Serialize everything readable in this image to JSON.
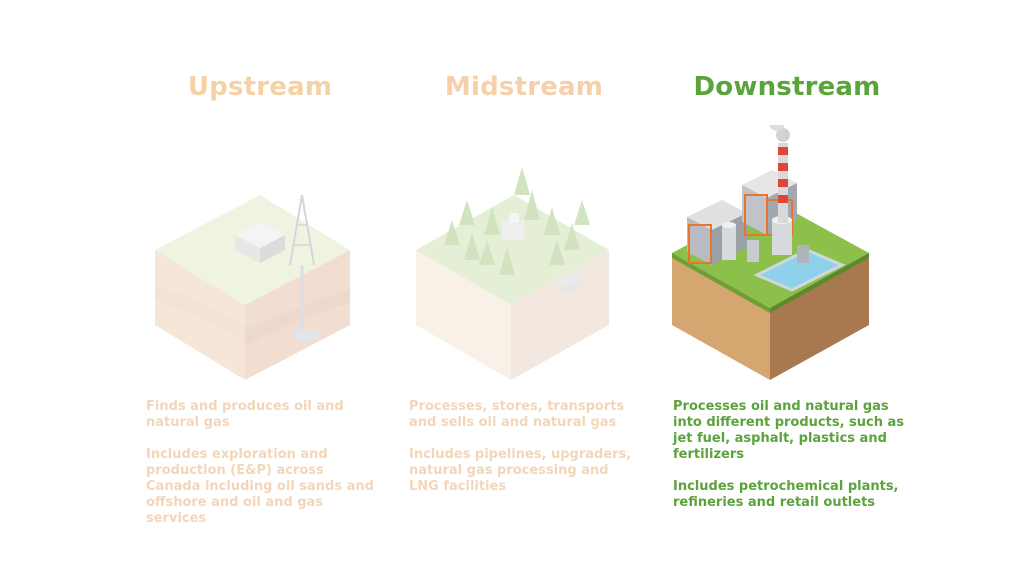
{
  "columns": [
    {
      "title": "Upstream",
      "p1": "Finds and produces oil and natural gas",
      "p2": "Includes exploration and production (E&P) across Canada including oil sands and offshore and oil and gas services"
    },
    {
      "title": "Midstream",
      "p1": "Processes, stores, transports and sells oil and natural gas",
      "p2": "Includes pipelines, upgraders, natural gas processing and LNG facilities"
    },
    {
      "title": "Downstream",
      "p1": "Processes oil and natural gas into different products, such as jet fuel, asphalt, plastics and fertilizers",
      "p2": "Includes petrochemical plants, refineries and retail outlets"
    }
  ],
  "colors": {
    "upstream_faded": "#f5d2a6",
    "midstream_faded": "#f6cfab",
    "downstream_active": "#5ba33b"
  }
}
